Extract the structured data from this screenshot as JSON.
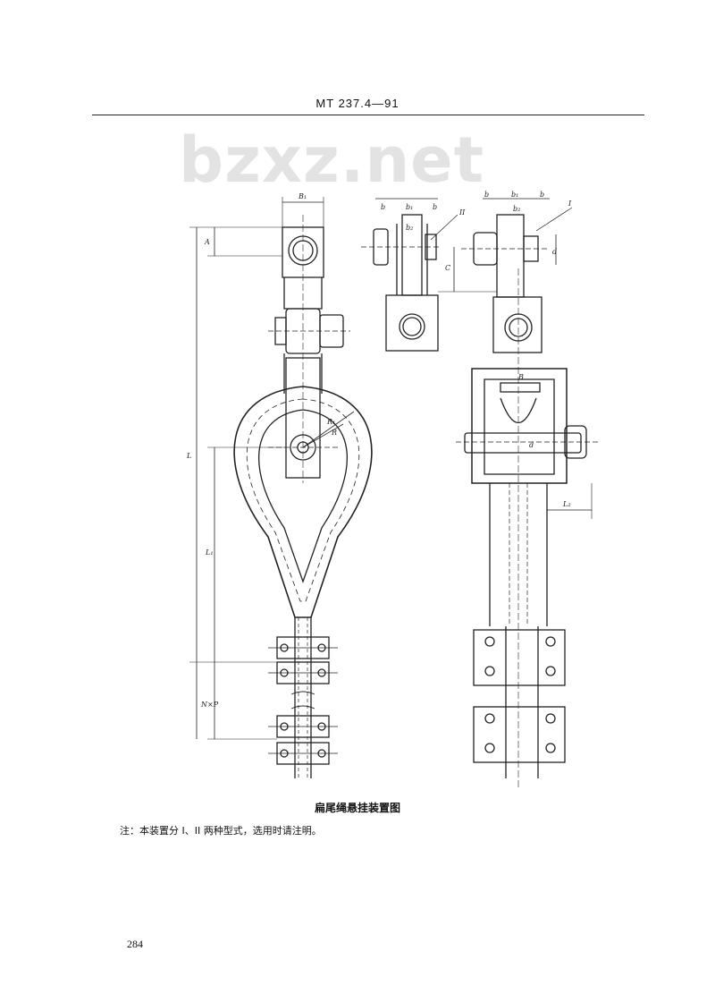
{
  "header": {
    "standard_code": "MT 237.4—91"
  },
  "watermark": {
    "text": "bzxz.net"
  },
  "figure": {
    "dimension_labels": {
      "B1": "B₁",
      "A": "A",
      "L": "L",
      "L1": "L₁",
      "NxP": "N×P",
      "R": "R",
      "R1": "R₁",
      "b": "b",
      "b1": "b₁",
      "b2": "b₂",
      "C": "C",
      "d": "d",
      "D": "d",
      "B": "B",
      "L2": "L₂",
      "type_I": "I",
      "type_II": "II"
    }
  },
  "caption": {
    "title": "扁尾绳悬挂装置图"
  },
  "note": {
    "text": "注：本装置分 I、II 两种型式，选用时请注明。"
  },
  "footer": {
    "page_number": "284"
  },
  "colors": {
    "ink": "#222222",
    "watermark": "#e3e3e3"
  }
}
